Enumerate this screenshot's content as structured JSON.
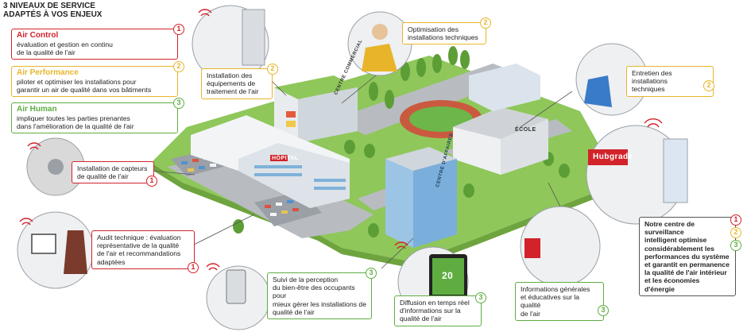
{
  "legend": {
    "title_line1": "3 NIVEAUX DE SERVICE",
    "title_line2": "ADAPTÉS À VOS ENJEUX",
    "levels": [
      {
        "name": "Air Control",
        "num": "1",
        "desc_line1": "évaluation et gestion en continu",
        "desc_line2": "de la qualité de l'air",
        "color": "#d2232a"
      },
      {
        "name": "Air Performance",
        "num": "2",
        "desc_line1": "piloter et optimiser les installations pour",
        "desc_line2": "garantir un air de qualité dans vos bâtiments",
        "color": "#e8b52a"
      },
      {
        "name": "Air Human",
        "num": "3",
        "desc_line1": "impliquer toutes les parties prenantes",
        "desc_line2": "dans l'amélioration de la qualité de l'air",
        "color": "#5fad41"
      }
    ]
  },
  "callouts": {
    "optimisation": {
      "line1": "Optimisation des",
      "line2": "installations techniques",
      "num": "2"
    },
    "equipements": {
      "line1": "Installation des",
      "line2": "équipements de",
      "line3": "traitement de l'air",
      "num": "2"
    },
    "entretien": {
      "line1": "Entretien des installations",
      "line2": "techniques",
      "num": "2"
    },
    "capteurs": {
      "line1": "Installation de capteurs",
      "line2": "de qualité de l'air",
      "num": "1"
    },
    "audit": {
      "line1": "Audit technique : évaluation",
      "line2": "représentative de la qualité",
      "line3": "de l'air et recommandations",
      "line4": "adaptées",
      "num": "1"
    },
    "perception": {
      "line1": "Suivi de la perception",
      "line2": "du bien-être des occupants pour",
      "line3": "mieux gérer les installations de",
      "line4": "qualité de l'air",
      "num": "3"
    },
    "diffusion": {
      "line1": "Diffusion en temps réel",
      "line2": "d'informations sur la",
      "line3": "qualité de l'air",
      "num": "3"
    },
    "informations": {
      "line1": "Informations générales",
      "line2": "et éducatives sur la qualité",
      "line3": "de l'air",
      "num": "3"
    },
    "surveillance": {
      "line1": "Notre centre de surveillance",
      "line2": "intelligent optimise",
      "line3": "considérablement les",
      "line4": "performances du système",
      "line5": "et garantit en permanence",
      "line6": "la qualité de l'air intérieur",
      "line7": "et les économies d'énergie",
      "nums": [
        "1",
        "2",
        "3"
      ]
    }
  },
  "signs": {
    "centre_commercial": "CENTRE COMMERCIAL",
    "hopital": "HÔPITAL",
    "ecole": "ÉCOLE",
    "centre_affaires": "CENTRE D'AFFAIRES",
    "hubgrade": "Hubgrade",
    "tablet_value": "20"
  },
  "colors": {
    "red": "#d2232a",
    "yellow": "#e8b52a",
    "green": "#5fad41",
    "lawn": "#8fc75a",
    "road": "#b8bcc0"
  }
}
